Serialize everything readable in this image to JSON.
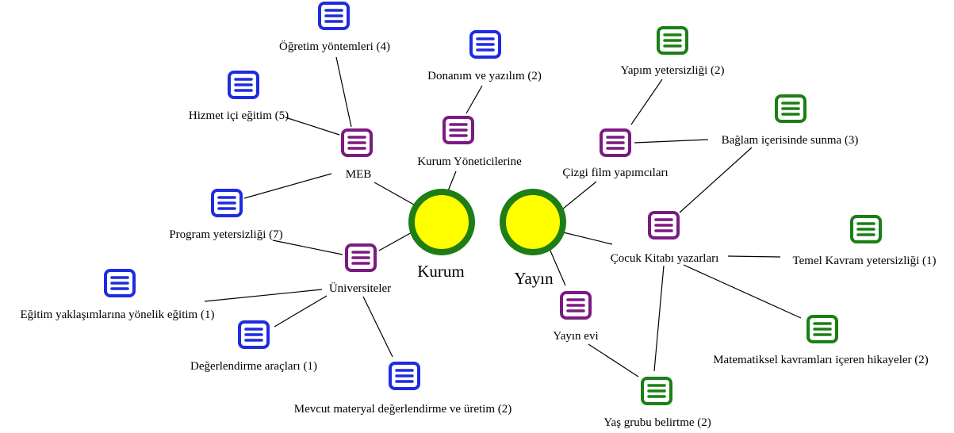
{
  "hubs": [
    {
      "id": "kurum",
      "label": "Kurum"
    },
    {
      "id": "yayin",
      "label": "Yayın"
    }
  ],
  "groups": [
    {
      "id": "meb",
      "label": "MEB"
    },
    {
      "id": "kurum_yon",
      "label": "Kurum Yöneticilerine"
    },
    {
      "id": "universiteler",
      "label": "Üniversiteler"
    },
    {
      "id": "cizgi",
      "label": "Çizgi film yapımcıları"
    },
    {
      "id": "cocuk",
      "label": "Çocuk Kitabı yazarları"
    },
    {
      "id": "yayinevi",
      "label": "Yayın evi"
    }
  ],
  "codes": [
    {
      "id": "ogretim",
      "label": "Öğretim yöntemleri (4)"
    },
    {
      "id": "hizmet",
      "label": "Hizmet içi eğitim (5)"
    },
    {
      "id": "program",
      "label": "Program yetersizliği (7)"
    },
    {
      "id": "donanim",
      "label": "Donanım ve yazılım (2)"
    },
    {
      "id": "egitim_yak",
      "label": "Eğitim yaklaşımlarına yönelik eğitim (1)"
    },
    {
      "id": "degerlendirme",
      "label": "Değerlendirme araçları (1)"
    },
    {
      "id": "mevcut",
      "label": "Mevcut materyal değerlendirme ve üretim (2)"
    },
    {
      "id": "yapim",
      "label": "Yapım yetersizliği (2)"
    },
    {
      "id": "baglam",
      "label": "Bağlam içerisinde sunma (3)"
    },
    {
      "id": "temel",
      "label": "Temel Kavram yetersizliği (1)"
    },
    {
      "id": "matematik",
      "label": "Matematiksel kavramları içeren hikayeler (2)"
    },
    {
      "id": "yas",
      "label": "Yaş grubu belirtme (2)"
    }
  ],
  "edges": [
    [
      "meb",
      "kurum"
    ],
    [
      "kurum_yon",
      "kurum"
    ],
    [
      "universiteler",
      "kurum"
    ],
    [
      "ogretim",
      "meb"
    ],
    [
      "hizmet",
      "meb"
    ],
    [
      "program",
      "meb"
    ],
    [
      "donanim",
      "kurum_yon"
    ],
    [
      "program",
      "universiteler"
    ],
    [
      "egitim_yak",
      "universiteler"
    ],
    [
      "degerlendirme",
      "universiteler"
    ],
    [
      "mevcut",
      "universiteler"
    ],
    [
      "cizgi",
      "yayin"
    ],
    [
      "cocuk",
      "yayin"
    ],
    [
      "yayinevi",
      "yayin"
    ],
    [
      "yapim",
      "cizgi"
    ],
    [
      "baglam",
      "cizgi"
    ],
    [
      "baglam",
      "cocuk"
    ],
    [
      "temel",
      "cocuk"
    ],
    [
      "matematik",
      "cocuk"
    ],
    [
      "yas",
      "cocuk"
    ],
    [
      "yas",
      "yayinevi"
    ]
  ],
  "colors": {
    "hub_fill": "#ffff00",
    "hub_ring": "#1e7d14",
    "group_icon": "#7b1a82",
    "kurum_code_icon": "#1f2be0",
    "yayin_code_icon": "#1a8014",
    "edge": "#000000"
  },
  "icon": "document-icon"
}
